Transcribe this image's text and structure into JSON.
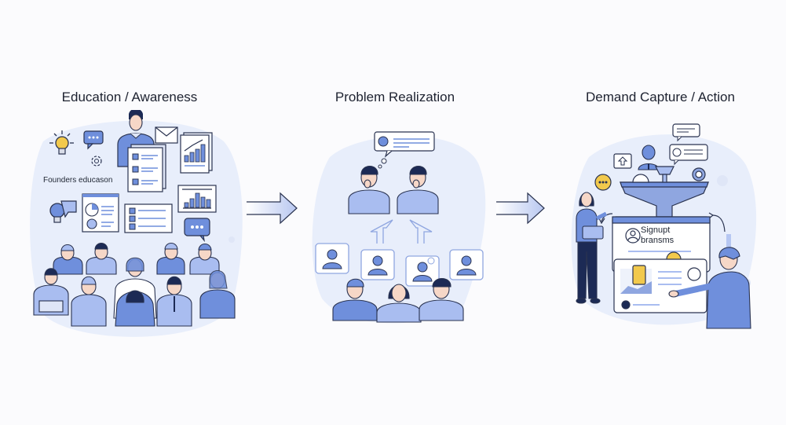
{
  "stages": [
    {
      "title": "Education / Awareness",
      "caption": "Founders educason"
    },
    {
      "title": "Problem Realization"
    },
    {
      "title": "Demand Capture / Action",
      "card_text": [
        "Signupt",
        "bransms"
      ]
    }
  ],
  "flow": [
    "Education / Awareness",
    "Problem Realization",
    "Demand Capture / Action"
  ],
  "colors": {
    "primary_blue": "#6f8fdc",
    "light_blue": "#a9bdf0",
    "blob": "#e6ecfa",
    "navy": "#1c2a55",
    "skin": "#f6d7c7",
    "yellow": "#f2c94c",
    "outline": "#2a3350"
  }
}
